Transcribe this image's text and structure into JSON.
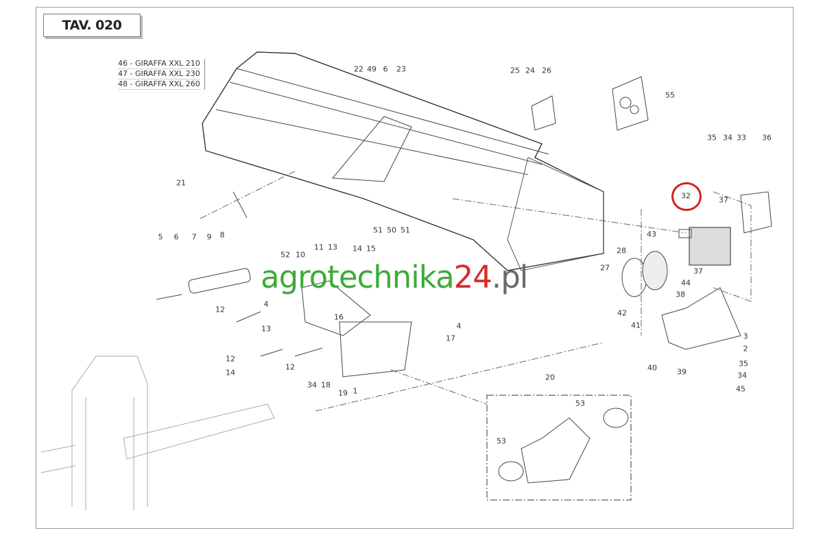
{
  "title": "TAV. 020",
  "models": [
    "46 - GIRAFFA XXL 210",
    "47 - GIRAFFA XXL 230",
    "48 - GIRAFFA XXL 260"
  ],
  "watermark": {
    "part1": "agrotechnika",
    "part2": "24",
    "part3": ".pl"
  },
  "highlighted_part": "32",
  "callouts": [
    "22",
    "49",
    "6",
    "23",
    "25",
    "24",
    "26",
    "55",
    "35",
    "34",
    "33",
    "36",
    "32",
    "37",
    "21",
    "5",
    "6",
    "7",
    "9",
    "8",
    "52",
    "10",
    "11",
    "13",
    "51",
    "50",
    "51",
    "14",
    "15",
    "43",
    "28",
    "27",
    "37",
    "44",
    "38",
    "42",
    "41",
    "4",
    "12",
    "16",
    "17",
    "4",
    "13",
    "12",
    "12",
    "14",
    "34",
    "18",
    "19",
    "1",
    "20",
    "3",
    "2",
    "35",
    "34",
    "45",
    "40",
    "39",
    "53",
    "53"
  ]
}
